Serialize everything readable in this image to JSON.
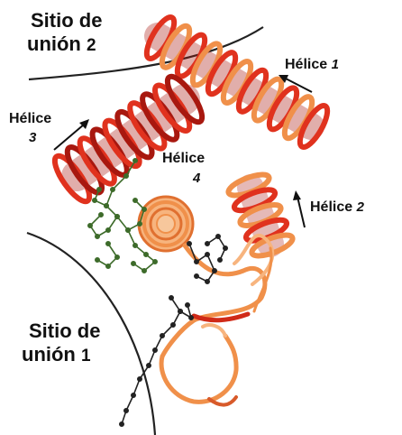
{
  "labels": {
    "site2_line1": "Sitio de",
    "site2_line2": "unión",
    "site2_num": "2",
    "site1_line1": "Sitio de",
    "site1_line2": "unión",
    "site1_num": "1",
    "helix1_word": "Hélice",
    "helix1_num": "1",
    "helix2_word": "Hélice",
    "helix2_num": "2",
    "helix3_word": "Hélice",
    "helix3_num": "3",
    "helix4_word": "Hélice",
    "helix4_num": "4"
  },
  "colors": {
    "helix_red": "#e0321e",
    "helix_dark_red": "#a8180f",
    "helix_orange": "#f0904a",
    "helix_light_orange": "#f7b47e",
    "ligand_green": "#3d6b2a",
    "boundary_line": "#222222"
  }
}
